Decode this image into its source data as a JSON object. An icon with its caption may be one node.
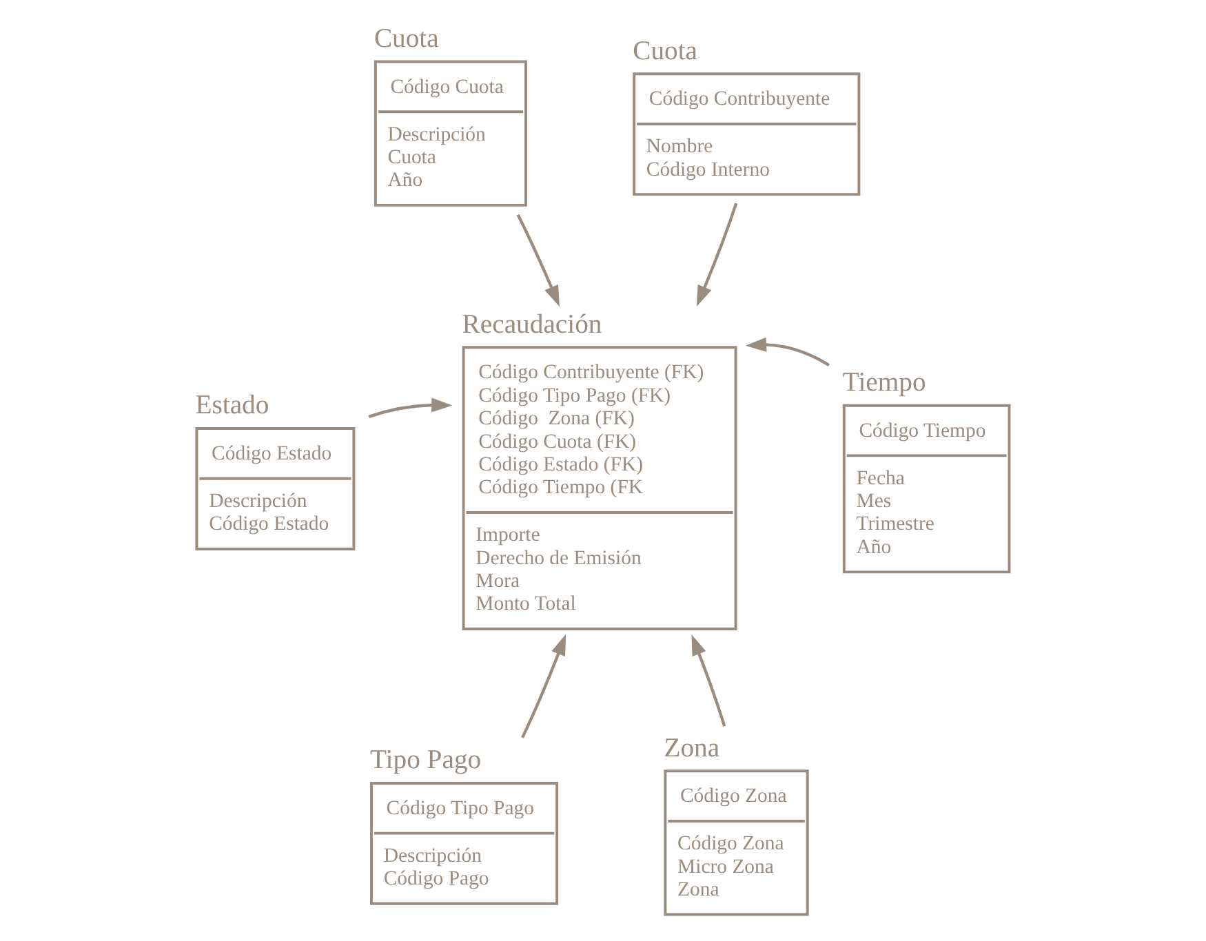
{
  "diagram": {
    "nodes": [
      {
        "text": [
          "Cuota",
          "Código Cuota",
          "Descripción",
          "Cuota",
          "Año"
        ]
      },
      {
        "text": [
          "Cuota",
          "Código Contribuyente",
          "Nombre",
          "Código Interno"
        ]
      },
      {
        "text": [
          "Recaudación",
          "Código Contribuyente (FK)",
          "Código Tipo Pago (FK)",
          "Código  Zona (FK)",
          "Código Cuota (FK)",
          "Código Estado (FK)",
          "Código Tiempo (FK",
          "Importe",
          "Derecho de Emisión",
          "Mora",
          "Monto Total"
        ]
      },
      {
        "text": [
          "Tiempo",
          "Código Tiempo",
          "Fecha",
          "Mes",
          "Trimestre",
          "Año"
        ]
      },
      {
        "text": [
          "Estado",
          "Código Estado",
          "Descripción",
          "Código Estado"
        ]
      },
      {
        "text": [
          "Tipo Pago",
          "Código Tipo Pago",
          "Descripción",
          "Código Pago"
        ]
      },
      {
        "text": [
          "Zona",
          "Código Zona",
          "Código Zona",
          "Micro Zona",
          "Zona"
        ]
      }
    ],
    "edges": [
      {
        "from": 0,
        "to": 2,
        "arrow": "to"
      },
      {
        "from": 1,
        "to": 2,
        "arrow": "to"
      },
      {
        "from": 3,
        "to": 2,
        "arrow": "to"
      },
      {
        "from": 4,
        "to": 2,
        "arrow": "to"
      },
      {
        "from": 5,
        "to": 2,
        "arrow": "to"
      },
      {
        "from": 6,
        "to": 2,
        "arrow": "to"
      }
    ]
  }
}
